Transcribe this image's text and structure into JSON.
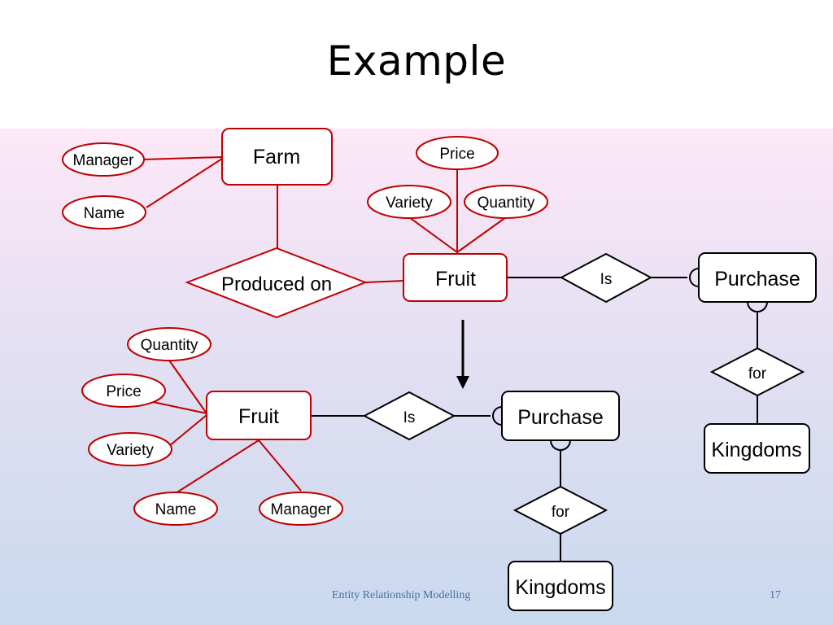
{
  "slide": {
    "title": "Example",
    "footer": "Entity Relationship Modelling",
    "page_number": "17"
  },
  "top_diagram": {
    "farm": "Farm",
    "farm_attr_manager": "Manager",
    "farm_attr_name": "Name",
    "rel_produced_on": "Produced on",
    "fruit": "Fruit",
    "fruit_attr_price": "Price",
    "fruit_attr_variety": "Variety",
    "fruit_attr_quantity": "Quantity",
    "rel_is": "Is",
    "purchase": "Purchase",
    "rel_for": "for",
    "kingdoms": "Kingdoms"
  },
  "bottom_diagram": {
    "fruit": "Fruit",
    "attr_quantity": "Quantity",
    "attr_price": "Price",
    "attr_variety": "Variety",
    "attr_name": "Name",
    "attr_manager": "Manager",
    "rel_is": "Is",
    "purchase": "Purchase",
    "rel_for": "for",
    "kingdoms": "Kingdoms"
  },
  "colors": {
    "highlight_stroke": "#c00000",
    "default_stroke": "#000000"
  }
}
